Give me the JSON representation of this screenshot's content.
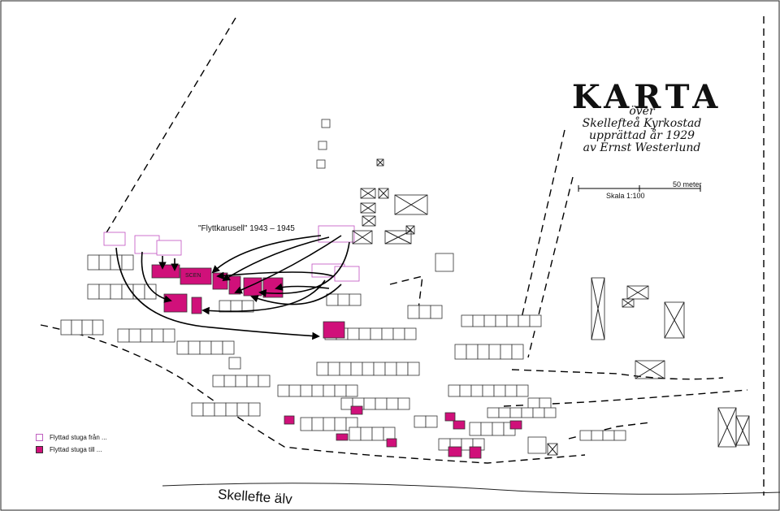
{
  "title": "KARTA",
  "subtitle_lines": [
    "över",
    "Skellefteå Kyrkostad",
    "upprättad år 1929",
    "av Ernst Westerlund"
  ],
  "scale": {
    "distance_label": "50 meter",
    "ratio_label": "Skala 1:100"
  },
  "annotation": "\"Flyttkarusell\" 1943 – 1945",
  "river_label": "Skellefte älv",
  "scene_label": "SCEN",
  "legend": [
    {
      "label": "Flyttad stuga från ...",
      "fill": "#ffffff",
      "stroke": "#c060c0"
    },
    {
      "label": "Flyttad stuga till ...",
      "fill": "#d0107a",
      "stroke": "#333333"
    }
  ],
  "colors": {
    "moved_from_stroke": "#c050c0",
    "moved_to_fill": "#d0107a",
    "building_stroke": "#333333",
    "arrow": "#000000"
  }
}
